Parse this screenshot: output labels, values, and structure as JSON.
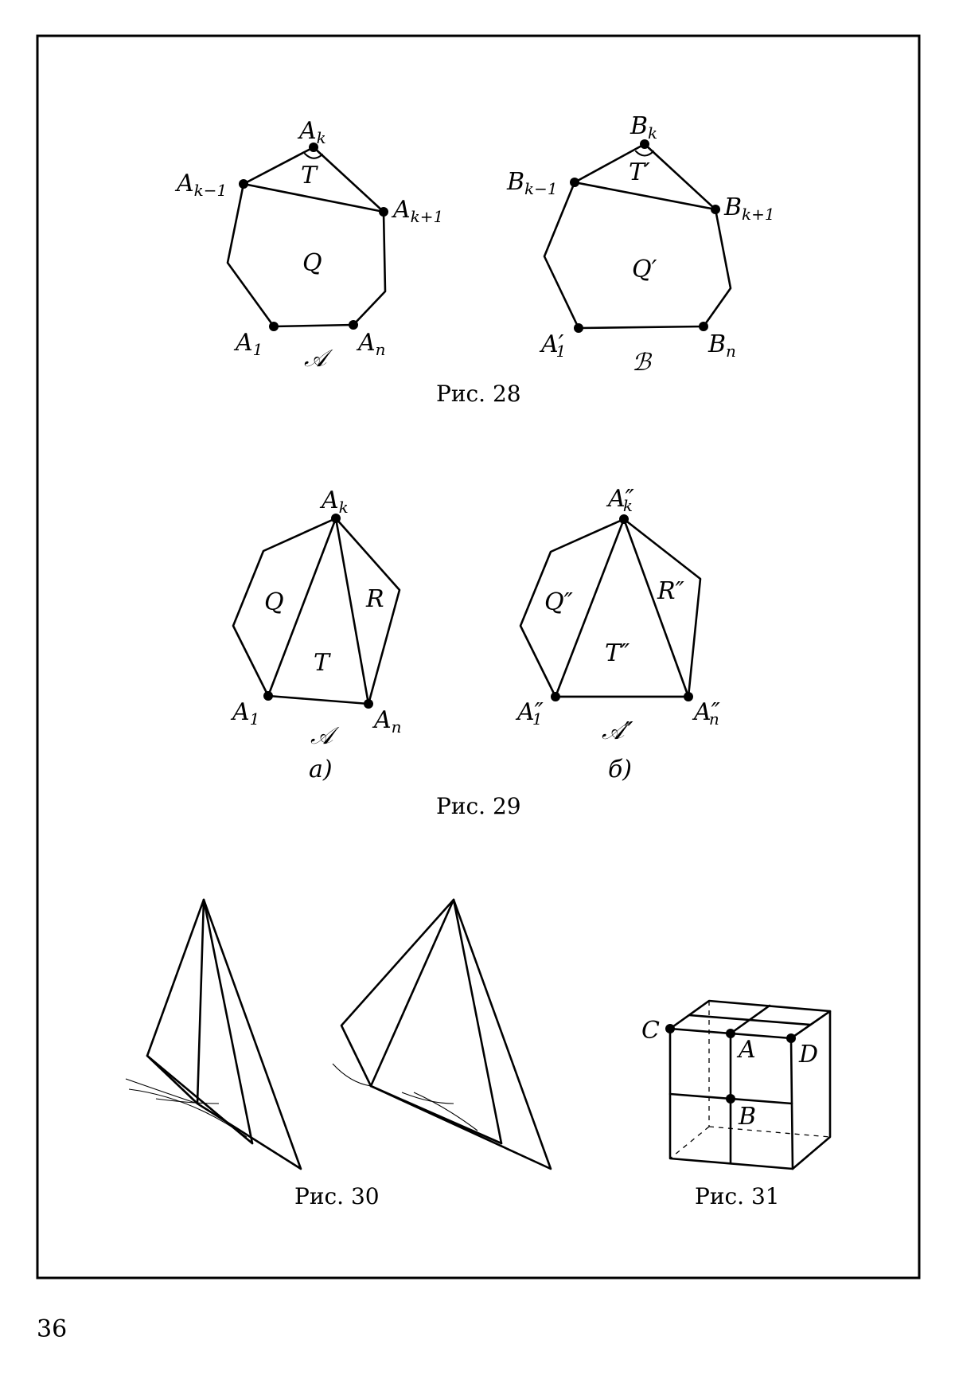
{
  "fig28": {
    "caption": "Рис. 28",
    "left": {
      "Ak": "A",
      "Ak_sub": "k",
      "Akm1": "A",
      "Akm1_sub": "k−1",
      "Akp1": "A",
      "Akp1_sub": "k+1",
      "A1": "A",
      "A1_sub": "1",
      "An": "A",
      "An_sub": "n",
      "T": "T",
      "Q": "Q",
      "poly": "𝒜"
    },
    "right": {
      "Bk": "B",
      "Bk_sub": "k",
      "Bkm1": "B",
      "Bkm1_sub": "k−1",
      "Bkp1": "B",
      "Bkp1_sub": "k+1",
      "A1p": "A′",
      "A1p_sub": "1",
      "Bn": "B",
      "Bn_sub": "n",
      "Tp": "T′",
      "Qp": "Q′",
      "poly": "ℬ"
    }
  },
  "fig29": {
    "caption": "Рис. 29",
    "a": {
      "label": "а)",
      "Ak": "A",
      "Ak_sub": "k",
      "A1": "A",
      "A1_sub": "1",
      "An": "A",
      "An_sub": "n",
      "Q": "Q",
      "R": "R",
      "T": "T",
      "poly": "𝒜"
    },
    "b": {
      "label": "б)",
      "Ak": "A″",
      "Ak_sub": "k",
      "A1": "A″",
      "A1_sub": "1",
      "An": "A″",
      "An_sub": "n",
      "Q": "Q″",
      "R": "R″",
      "T": "T″",
      "poly": "𝒜″"
    }
  },
  "fig30": {
    "caption": "Рис. 30"
  },
  "fig31": {
    "caption": "Рис. 31",
    "C": "C",
    "A": "A",
    "D": "D",
    "B": "B"
  },
  "page_number": "36"
}
